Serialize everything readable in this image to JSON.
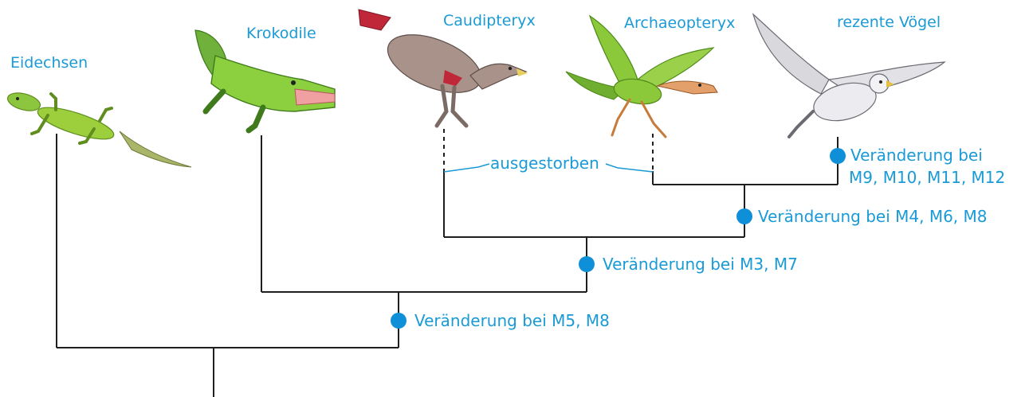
{
  "taxa": {
    "lizards": "Eidechsen",
    "crocodiles": "Krokodile",
    "caudipteryx": "Caudipteryx",
    "archaeopteryx": "Archaeopteryx",
    "birds": "rezente Vögel"
  },
  "extinct_label": "ausgestorben",
  "changes": {
    "node1": "Veränderung bei M5, M8",
    "node2": "Veränderung bei M3, M7",
    "node3": "Veränderung bei M4, M6, M8",
    "node4_line1": "Veränderung bei",
    "node4_line2": "M9, M10, M11, M12"
  },
  "colors": {
    "label": "#1a9ad6",
    "marker": "#0f8fd8",
    "tree": "#1f1f1f"
  }
}
